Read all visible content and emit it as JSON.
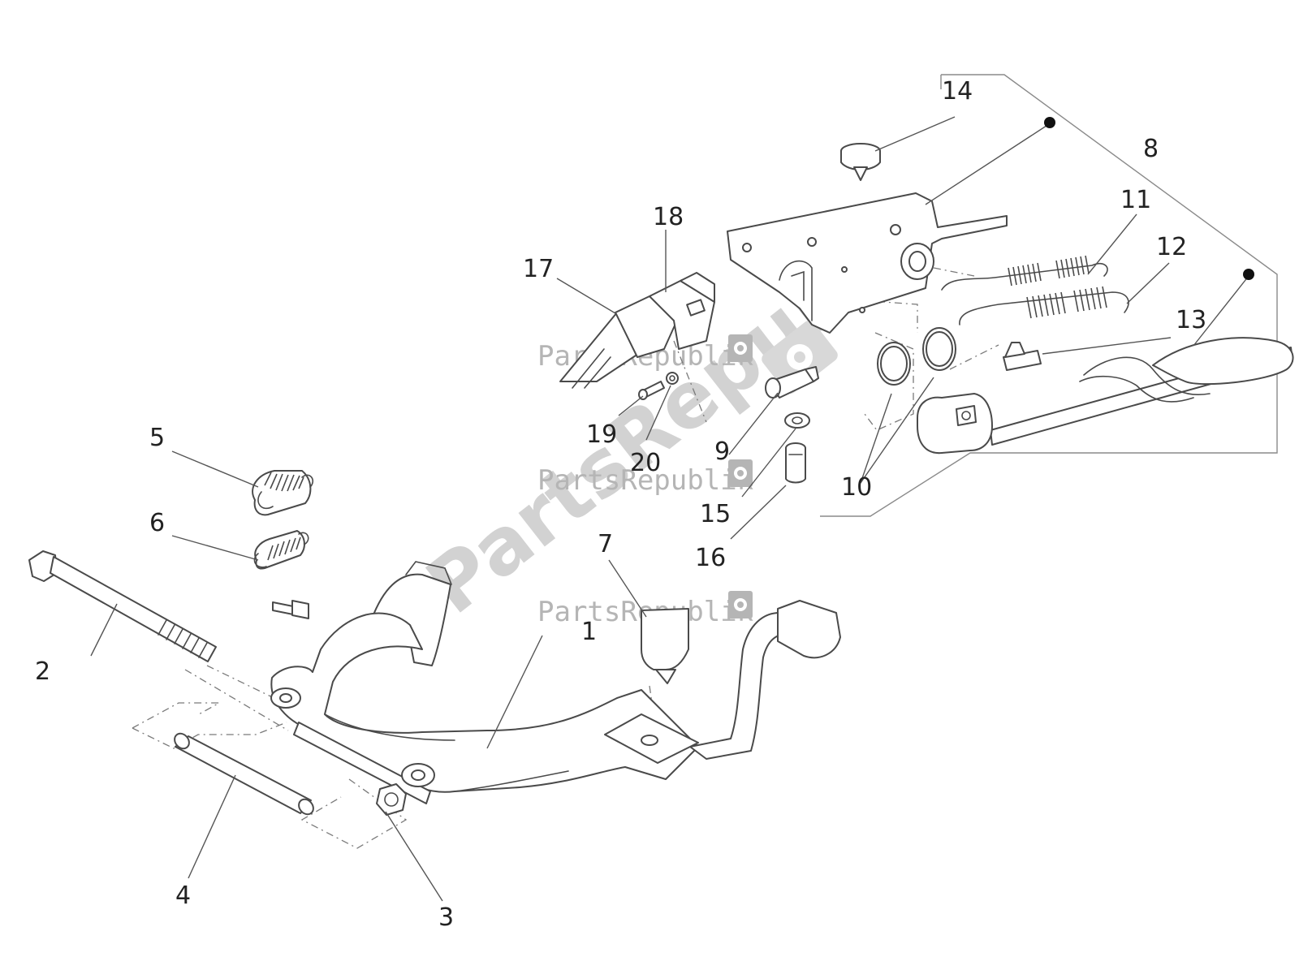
{
  "diagram": {
    "part_numbers": [
      "1",
      "2",
      "3",
      "4",
      "5",
      "6",
      "7",
      "8",
      "9",
      "10",
      "11",
      "12",
      "13",
      "14",
      "15",
      "16",
      "17",
      "18",
      "19",
      "20"
    ],
    "watermarks": [
      "PartsRepublik",
      "PartsRepublik",
      "PartsRepublik",
      "PartsRepublik"
    ]
  },
  "colors": {
    "line": "#4a4a4a",
    "label": "#222222",
    "watermark": "#b5b5b5"
  }
}
